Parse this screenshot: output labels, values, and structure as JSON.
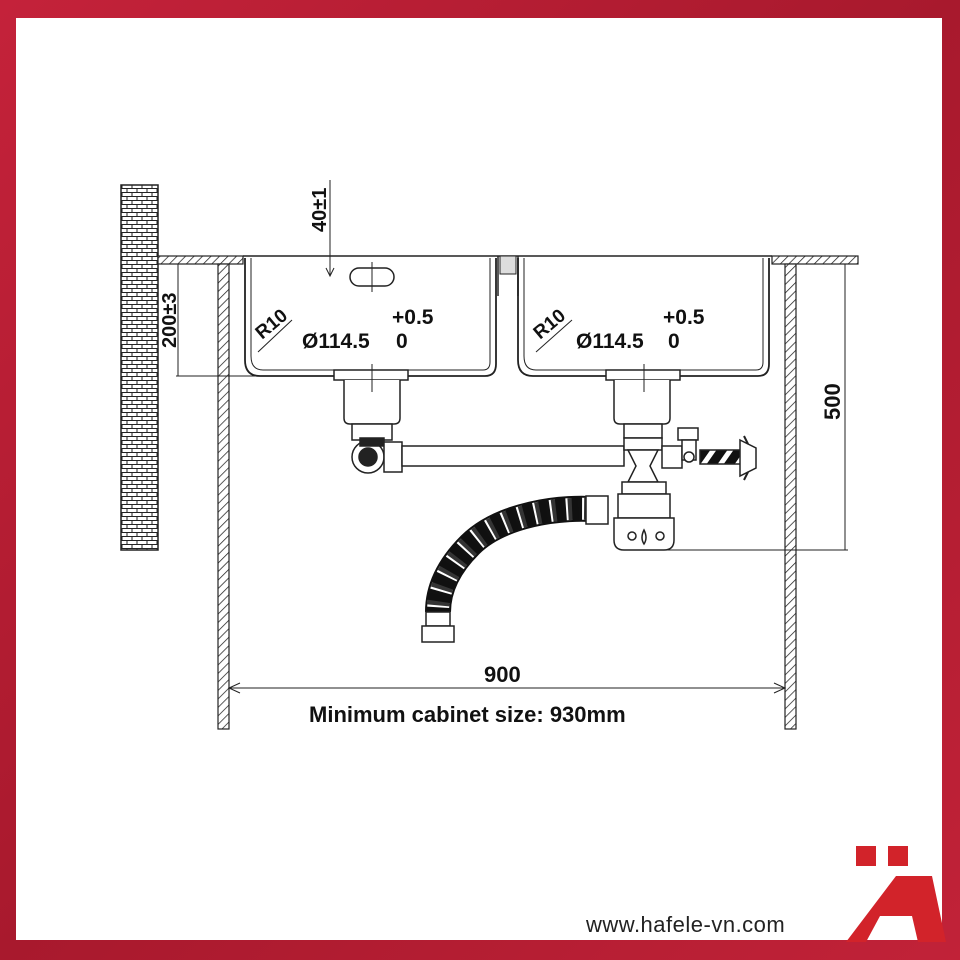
{
  "diagram": {
    "depth_label": "40±1",
    "height_label": "200±3",
    "radius_left": "R10",
    "radius_right": "R10",
    "tolerance_left": "+0.5",
    "diameter_left": "Ø114.5",
    "zero_left": "0",
    "tolerance_right": "+0.5",
    "diameter_right": "Ø114.5",
    "zero_right": "0",
    "cabinet_height_label": "500",
    "width_label": "900",
    "caption": "Minimum cabinet size: 930mm"
  },
  "footer": {
    "website": "www.hafele-vn.com"
  },
  "colors": {
    "frame": "#b51e32",
    "logo": "#d2232a",
    "line": "#1a1a1a"
  }
}
